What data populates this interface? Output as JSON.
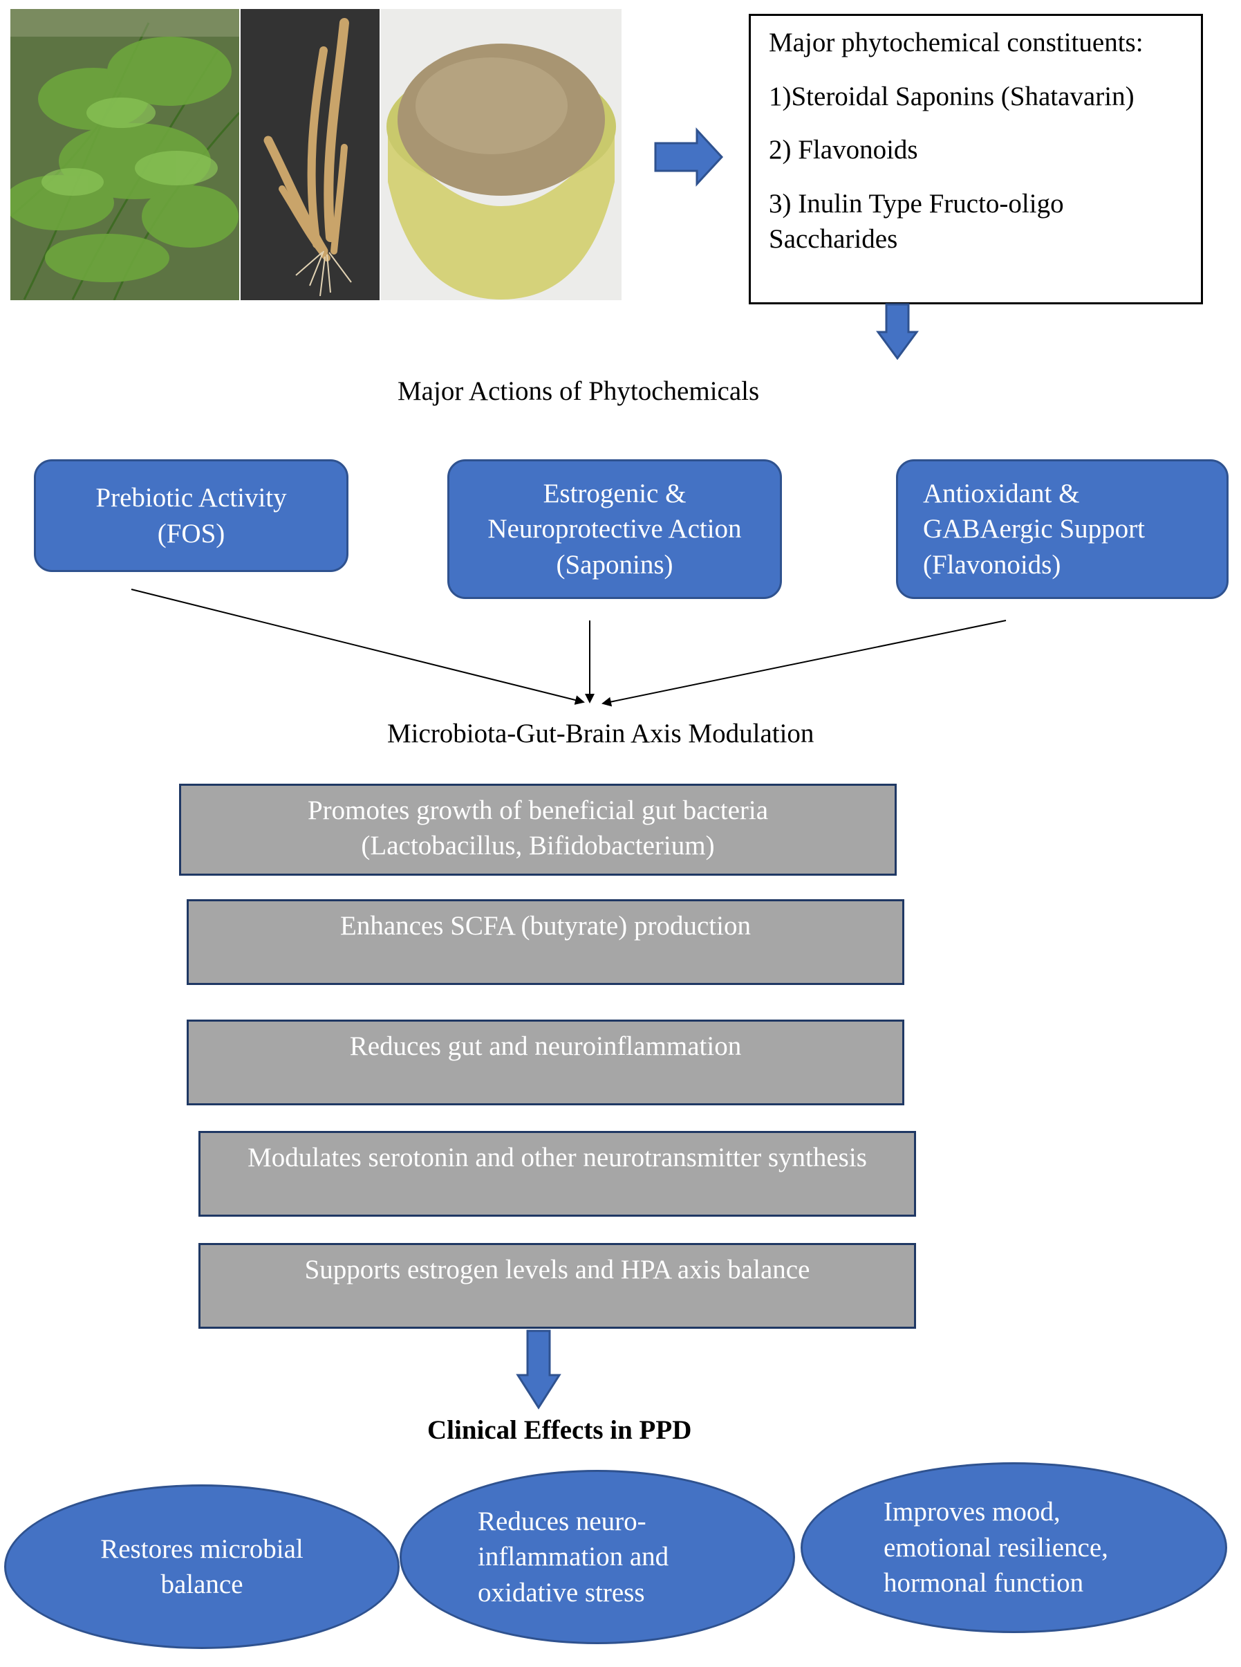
{
  "constituents": {
    "title": "Major phytochemical constituents:",
    "items": [
      "1)Steroidal Saponins (Shatavarin)",
      "2) Flavonoids",
      "3) Inulin Type Fructo-oligo Saccharides"
    ]
  },
  "actions_heading": "Major Actions of Phytochemicals",
  "actions": [
    {
      "lines": [
        "Prebiotic Activity",
        "(FOS)"
      ]
    },
    {
      "lines": [
        "Estrogenic &",
        "Neuroprotective Action",
        "(Saponins)"
      ]
    },
    {
      "lines": [
        "Antioxidant &",
        "GABAergic Support",
        "(Flavonoids)"
      ]
    }
  ],
  "axis_heading": "Microbiota-Gut-Brain Axis Modulation",
  "mechanisms": [
    {
      "lines": [
        "Promotes growth of beneficial gut bacteria",
        "(Lactobacillus, Bifidobacterium)"
      ]
    },
    {
      "lines": [
        "Enhances SCFA (butyrate) production"
      ]
    },
    {
      "lines": [
        "Reduces gut and neuroinflammation"
      ]
    },
    {
      "lines": [
        "Modulates serotonin and other neurotransmitter synthesis"
      ]
    },
    {
      "lines": [
        "Supports estrogen levels and HPA axis balance"
      ]
    }
  ],
  "effects_heading": "Clinical Effects in PPD",
  "effects": [
    {
      "lines": [
        "Restores microbial",
        "balance"
      ]
    },
    {
      "lines": [
        "Reduces neuro-",
        "inflammation and",
        "oxidative stress"
      ]
    },
    {
      "lines": [
        "Improves mood,",
        "emotional resilience,",
        "hormonal function"
      ]
    }
  ],
  "colors": {
    "blue_fill": "#4472c4",
    "blue_border": "#2f528f",
    "gray_fill": "#a6a6a6",
    "gray_border": "#1f3864"
  }
}
